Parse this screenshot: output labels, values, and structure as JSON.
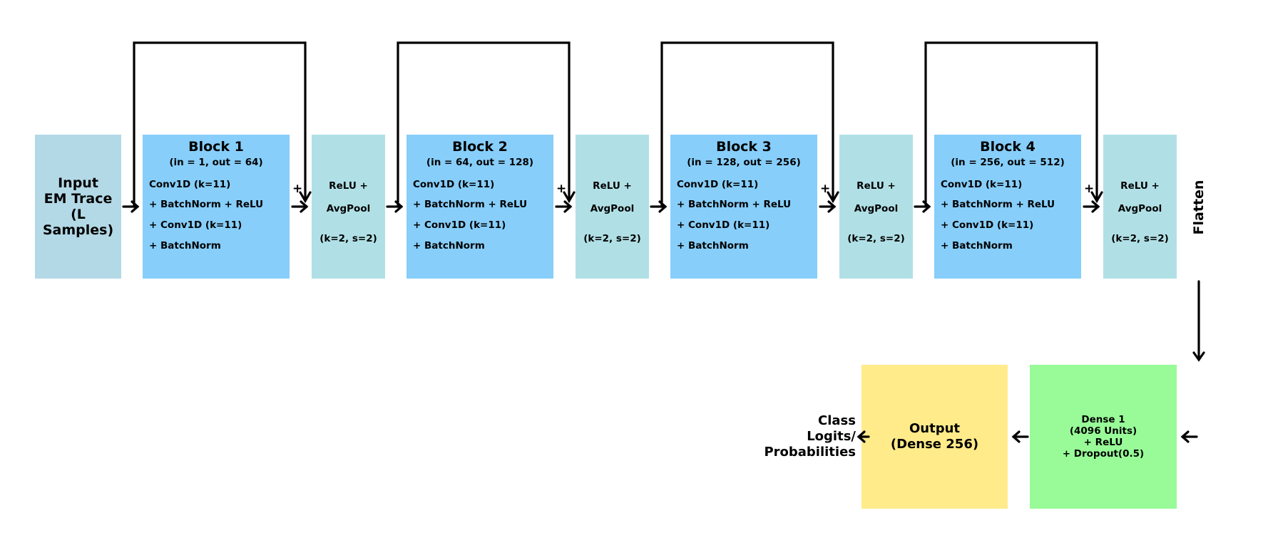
{
  "input": {
    "lines": [
      "Input",
      "EM Trace",
      "(L Samples)"
    ]
  },
  "blocks": [
    {
      "title": "Block 1",
      "sub": "(in = 1, out = 64)",
      "lines": [
        "Conv1D (k=11)",
        "+ BatchNorm + ReLU",
        "+ Conv1D (k=11)",
        "+ BatchNorm"
      ]
    },
    {
      "title": "Block 2",
      "sub": "(in = 64, out = 128)",
      "lines": [
        "Conv1D (k=11)",
        "+ BatchNorm + ReLU",
        "+ Conv1D (k=11)",
        "+ BatchNorm"
      ]
    },
    {
      "title": "Block 3",
      "sub": "(in = 128, out = 256)",
      "lines": [
        "Conv1D (k=11)",
        "+ BatchNorm + ReLU",
        "+ Conv1D (k=11)",
        "+ BatchNorm"
      ]
    },
    {
      "title": "Block 4",
      "sub": "(in = 256, out = 512)",
      "lines": [
        "Conv1D (k=11)",
        "+ BatchNorm + ReLU",
        "+ Conv1D (k=11)",
        "+ BatchNorm"
      ]
    }
  ],
  "pool": {
    "lines": [
      "ReLU +",
      "AvgPool",
      "(k=2, s=2)"
    ]
  },
  "plus_sign": "+",
  "flatten_label": "Flatten",
  "dense": {
    "lines": [
      "Dense 1",
      "(4096 Units)",
      "+ ReLU",
      "+ Dropout(0.5)"
    ]
  },
  "output": {
    "lines": [
      "Output",
      "(Dense 256)"
    ]
  },
  "class_label": {
    "lines": [
      "Class",
      "Logits/",
      "Probabilities"
    ]
  },
  "colors": {
    "input": "#b3d9e6",
    "block": "#87cefa",
    "pool": "#b0e0e6",
    "output": "#ffeb8a",
    "dense": "#98fb98"
  }
}
